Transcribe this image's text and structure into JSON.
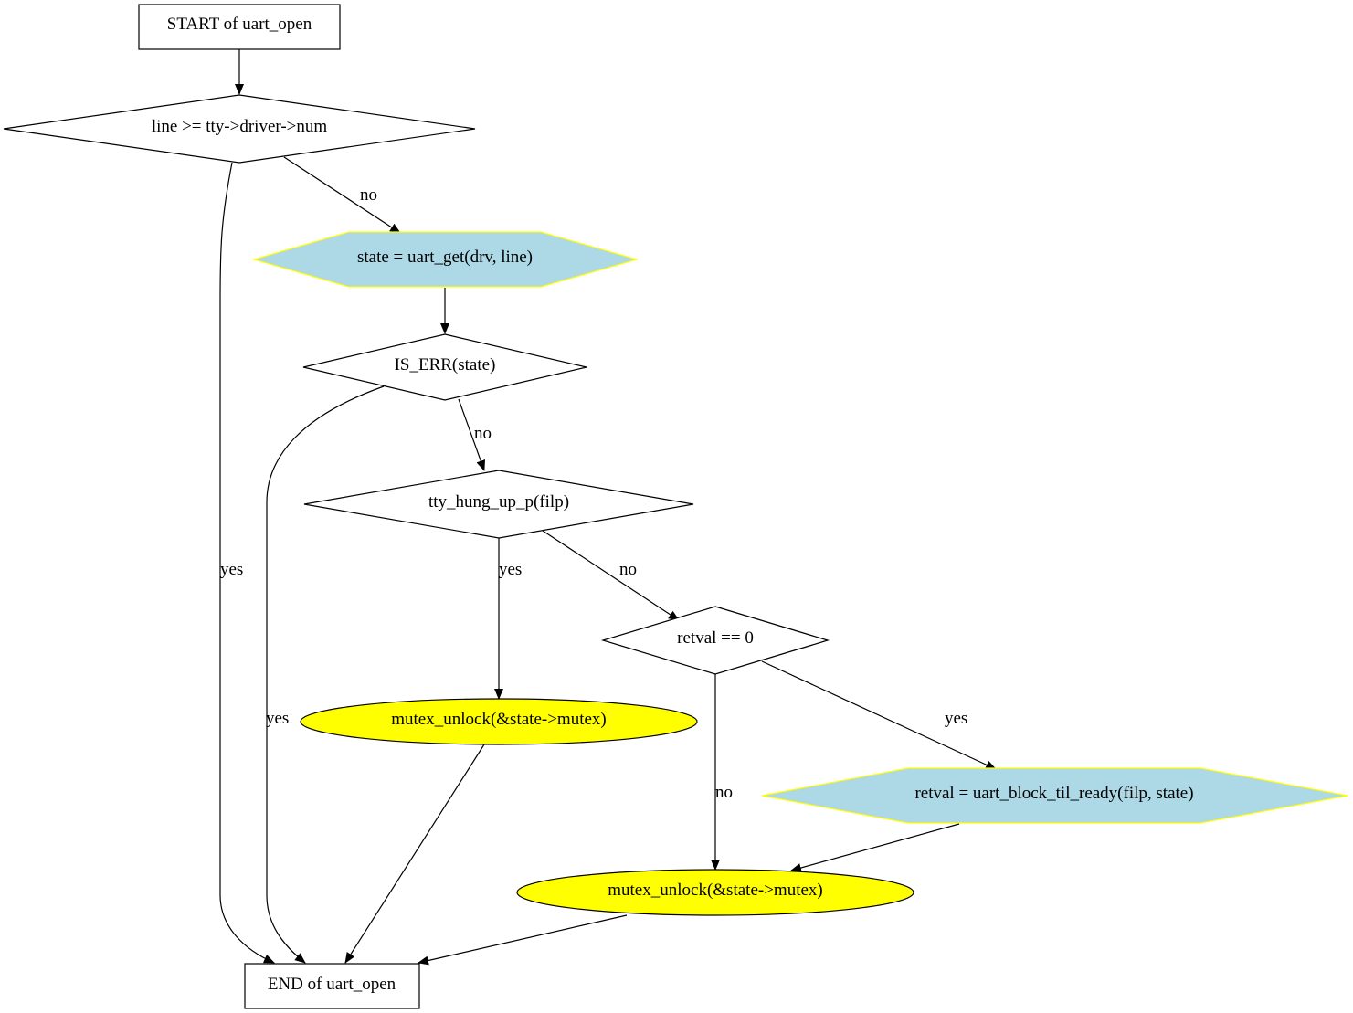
{
  "nodes": {
    "start": "START of uart_open",
    "cond_line": "line >= tty->driver->num",
    "get_state": "state = uart_get(drv, line)",
    "cond_is_err": "IS_ERR(state)",
    "cond_hung_up": "tty_hung_up_p(filp)",
    "cond_retval": "retval == 0",
    "unlock_1": "mutex_unlock(&state->mutex)",
    "block_til_ready": "retval = uart_block_til_ready(filp, state)",
    "unlock_2": "mutex_unlock(&state->mutex)",
    "end": "END of uart_open"
  },
  "edges": {
    "line_no": "no",
    "line_yes": "yes",
    "is_err_no": "no",
    "is_err_yes": "yes",
    "hung_yes": "yes",
    "hung_no": "no",
    "retval_yes": "yes",
    "retval_no": "no"
  },
  "colors": {
    "process_fill": "#add8e6",
    "process_stroke": "#ffff00",
    "unlock_fill": "#ffff00",
    "line": "#000000"
  }
}
